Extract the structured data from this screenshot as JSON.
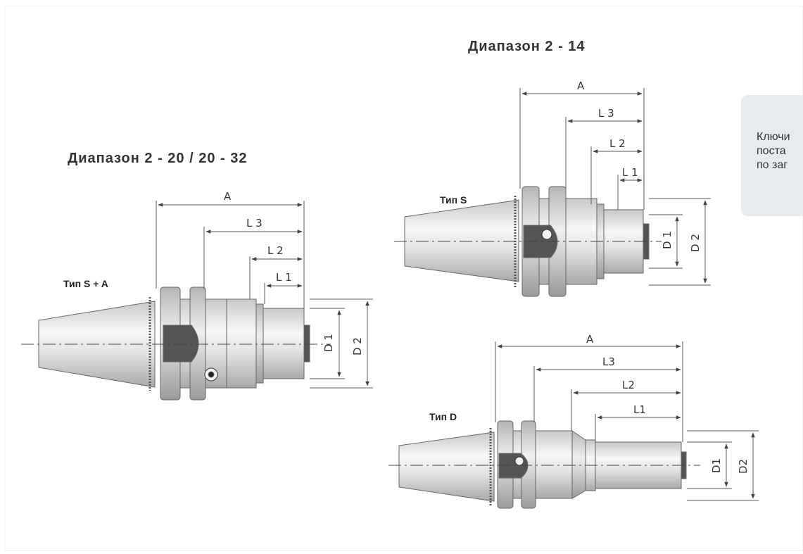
{
  "headings": {
    "range_left": "Диапазон  2 - 20 / 20 - 32",
    "range_right": "Диапазон  2 - 14"
  },
  "types": {
    "sa": "Тип S + A",
    "s": "Тип S",
    "d": "Тип D"
  },
  "dimensions": {
    "A": "A",
    "L1_spaced": "L 1",
    "L2_spaced": "L 2",
    "L3_spaced": "L 3",
    "L1": "L1",
    "L2": "L2",
    "L3": "L3",
    "D1": "D1",
    "D2": "D2",
    "D1_spaced": "D 1",
    "D2_spaced": "D 2"
  },
  "note": {
    "text": "Ключи\nпоста\nпо заг"
  }
}
